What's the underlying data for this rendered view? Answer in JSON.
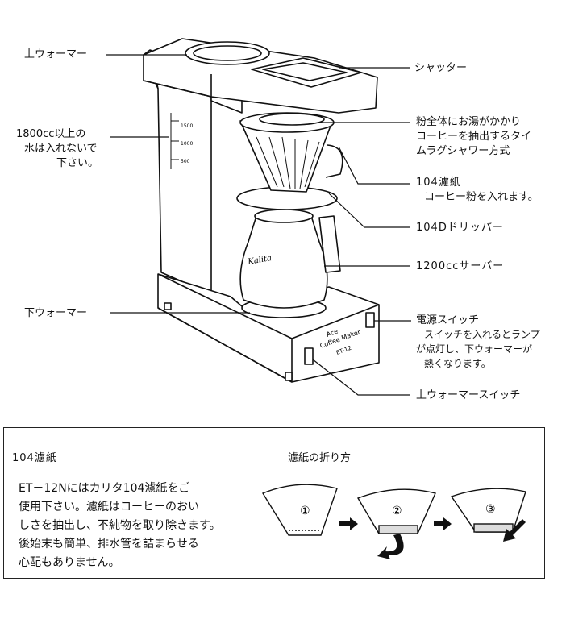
{
  "labels": {
    "upper_warmer": "上ウォーマー",
    "shutter": "シャッター",
    "capacity_l1": "1800cc以上の",
    "capacity_l2": "水は入れないで",
    "capacity_l3": "下さい。",
    "shower_l1": "粉全体にお湯がかかり",
    "shower_l2": "コーヒーを抽出するタイ",
    "shower_l3": "ムラグシャワー方式",
    "filter_title": "104濾紙",
    "filter_sub": "コーヒー粉を入れます。",
    "dripper": "104Dドリッパー",
    "server": "1200ccサーバー",
    "lower_warmer": "下ウォーマー",
    "power_title": "電源スイッチ",
    "power_l1": "スイッチを入れるとランプ",
    "power_l2": "が点灯し、下ウォーマーが",
    "power_l3": "熱くなります。",
    "upper_warmer_switch": "上ウォーマースイッチ"
  },
  "machine_text": {
    "brand": "Kalita",
    "model_l1": "Ace",
    "model_l2": "Coffee Maker",
    "model_l3": "ET-12",
    "scale_top": "1500",
    "scale_mid": "1000",
    "scale_low": "500"
  },
  "panel": {
    "left_title": "104濾紙",
    "right_title": "濾紙の折り方",
    "body": "ET－12Nにはカリタ104濾紙をご\n使用下さい。濾紙はコーヒーのおい\nしさを抽出し、不純物を取り除きます。\n後始末も簡単、排水管を詰まらせる\n心配もありません。",
    "steps": [
      "①",
      "②",
      "③"
    ]
  }
}
